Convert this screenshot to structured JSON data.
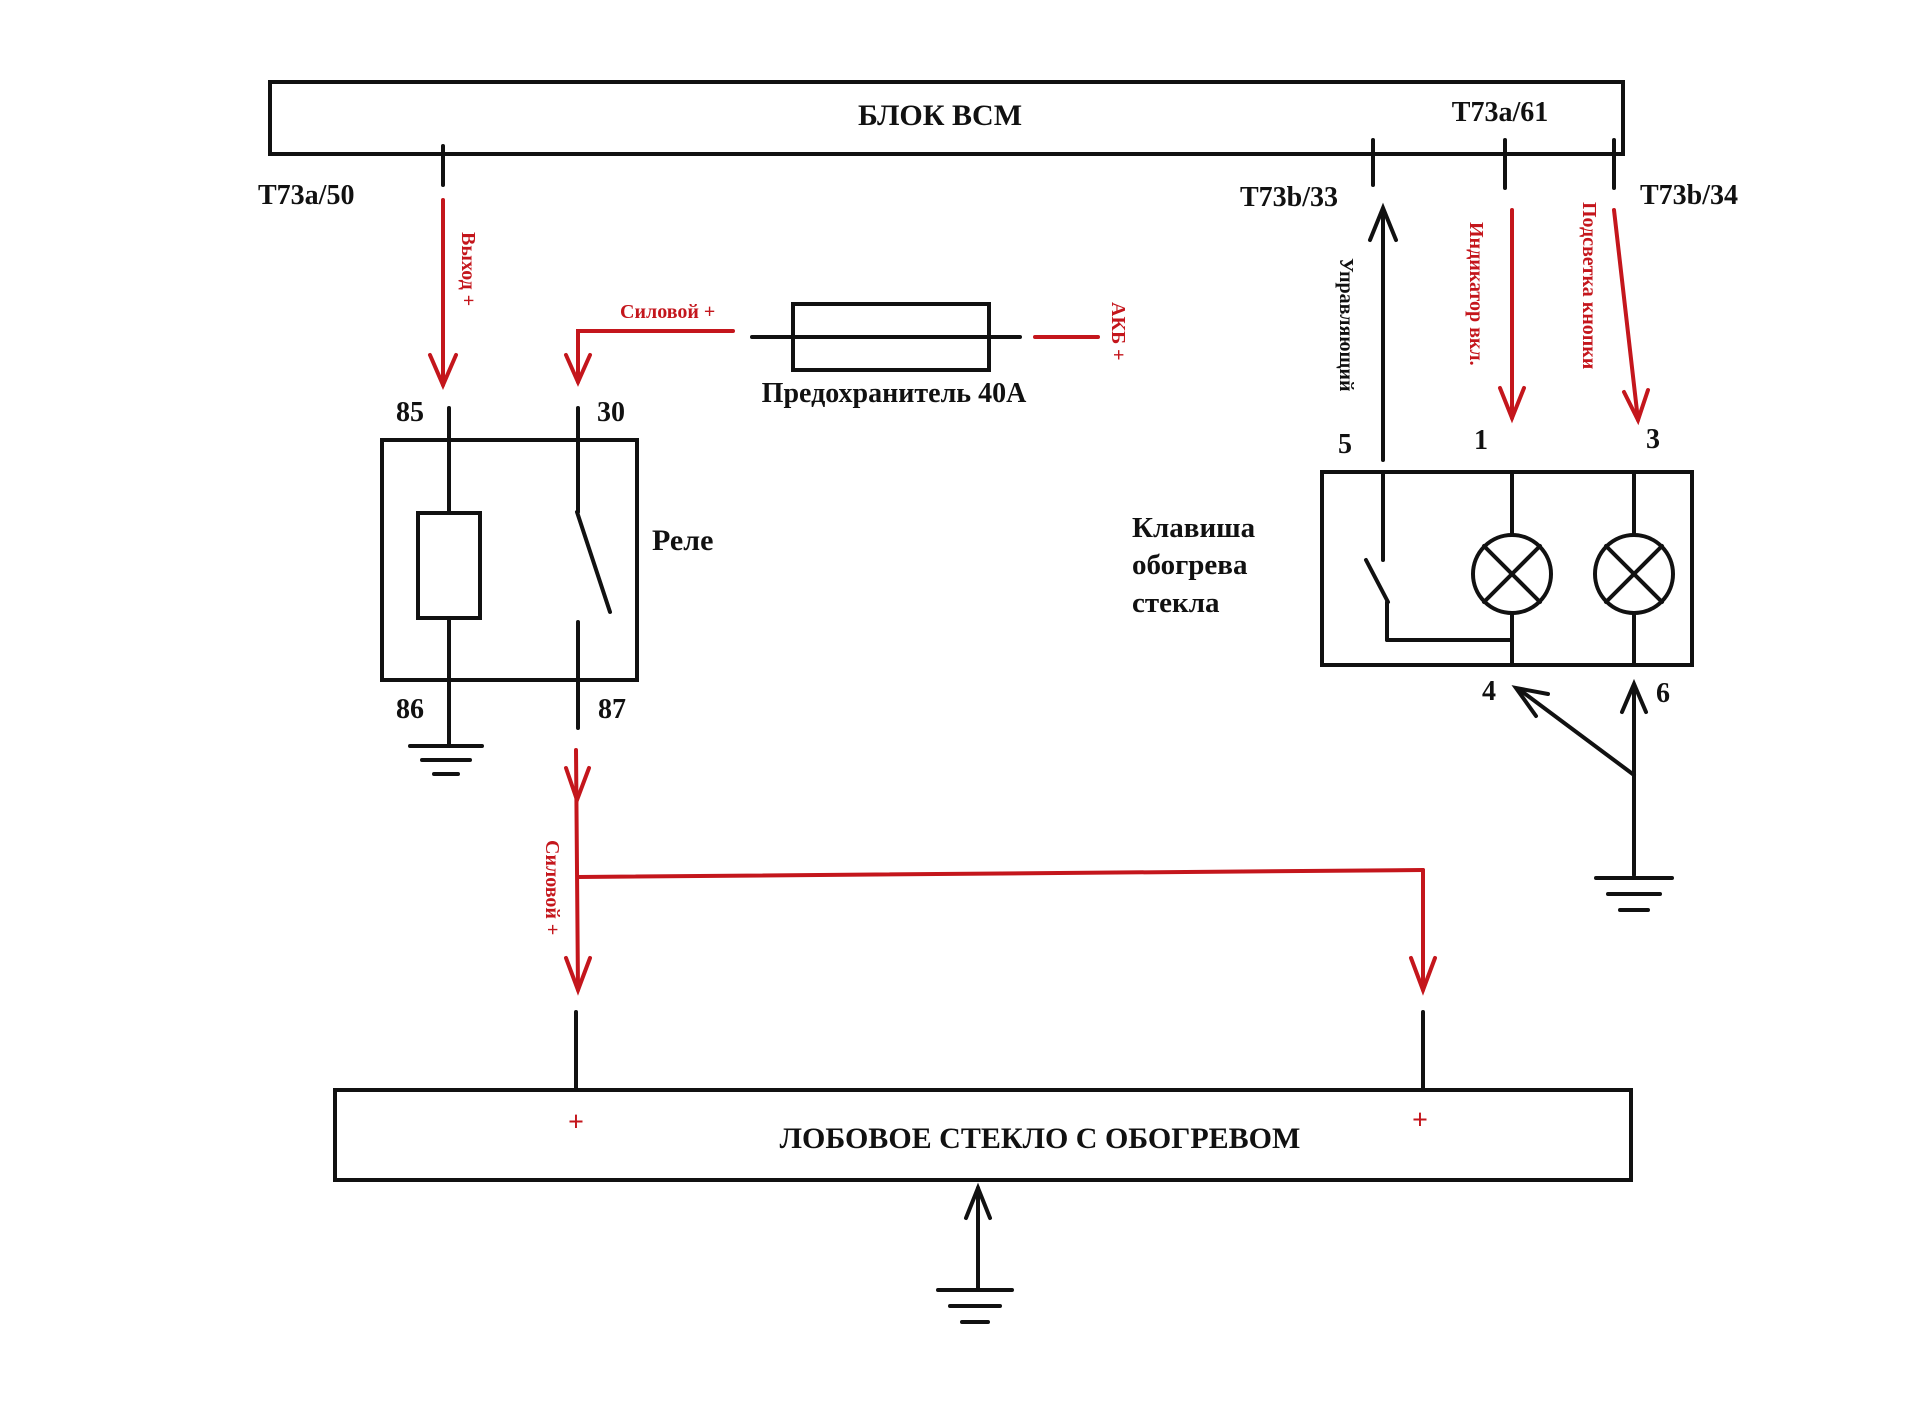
{
  "colors": {
    "power": "#c4161c",
    "wire": "#111111",
    "background": "#ffffff"
  },
  "bcm": {
    "label": "БЛОК ВСМ",
    "pin_out": "T73a/50",
    "pin_control": "T73b/33",
    "pin_indicator": "T73a/61",
    "pin_backlight": "T73b/34"
  },
  "relay": {
    "label": "Реле",
    "pin_85": "85",
    "pin_30": "30",
    "pin_86": "86",
    "pin_87": "87"
  },
  "fuse": {
    "label": "Предохранитель 40А",
    "battery_label": "АКБ +",
    "power_label": "Силовой +"
  },
  "wires": {
    "output_label": "Выход +",
    "power_label_vertical": "Силовой +",
    "control_label": "Управляющий",
    "indicator_label": "Индикатор вкл.",
    "backlight_label": "Подсветка кнопки"
  },
  "switch_button": {
    "label_line1": "Клавиша",
    "label_line2": "обогрева",
    "label_line3": "стекла",
    "pin_5": "5",
    "pin_1": "1",
    "pin_3": "3",
    "pin_4": "4",
    "pin_6": "6"
  },
  "windshield": {
    "label": "ЛОБОВОЕ СТЕКЛО С ОБОГРЕВОМ",
    "plus_left": "+",
    "plus_right": "+"
  },
  "icons": [
    "ground-symbol",
    "lamp-symbol",
    "fuse-symbol",
    "relay-coil-symbol",
    "switch-contact-symbol"
  ]
}
